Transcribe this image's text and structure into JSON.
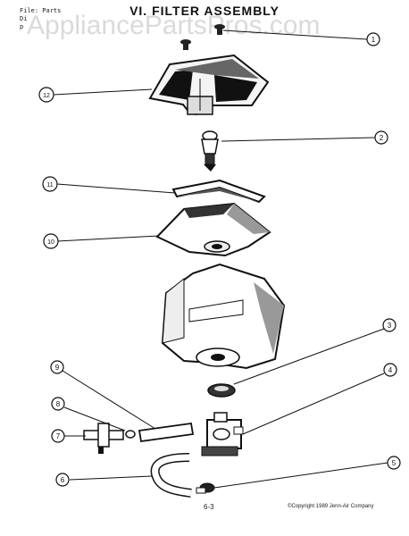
{
  "header": {
    "file_line": "File: Parts",
    "line2": "Di",
    "line3": "p"
  },
  "title": "VI. FILTER ASSEMBLY",
  "watermark": "AppliancePartsPros.com",
  "footer": {
    "page": "6-3",
    "copyright": "©Copyright 1989 Jenn-Air Company"
  },
  "callouts": [
    {
      "id": "1",
      "label": "1"
    },
    {
      "id": "2",
      "label": "2"
    },
    {
      "id": "3",
      "label": "3"
    },
    {
      "id": "4",
      "label": "4"
    },
    {
      "id": "5",
      "label": "5"
    },
    {
      "id": "6",
      "label": "6"
    },
    {
      "id": "7",
      "label": "7"
    },
    {
      "id": "8",
      "label": "8"
    },
    {
      "id": "9",
      "label": "9"
    },
    {
      "id": "10",
      "label": "10"
    },
    {
      "id": "11",
      "label": "11"
    },
    {
      "id": "12",
      "label": "12"
    }
  ]
}
